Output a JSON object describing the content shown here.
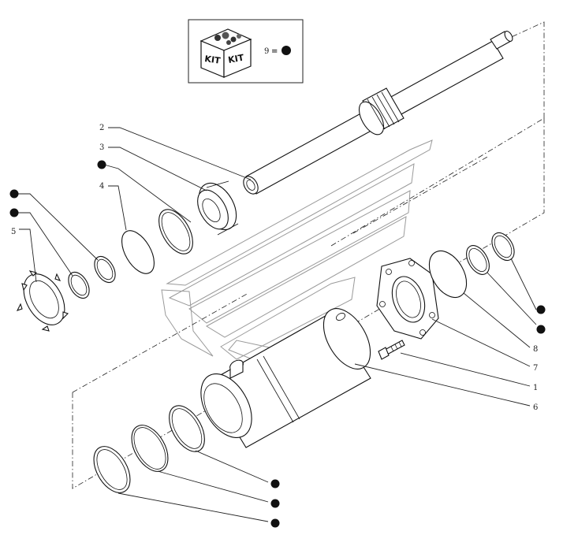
{
  "kit": {
    "label_left": "KIT",
    "label_right": "KIT",
    "ref_number": "9",
    "equals": "="
  },
  "callouts": {
    "c1": "1",
    "c2": "2",
    "c3": "3",
    "c4": "4",
    "c5": "5",
    "c6": "6",
    "c7": "7",
    "c8": "8"
  },
  "colors": {
    "ink": "#111111",
    "watermark": "#9a9a9a",
    "kit_marker": "#111111"
  }
}
